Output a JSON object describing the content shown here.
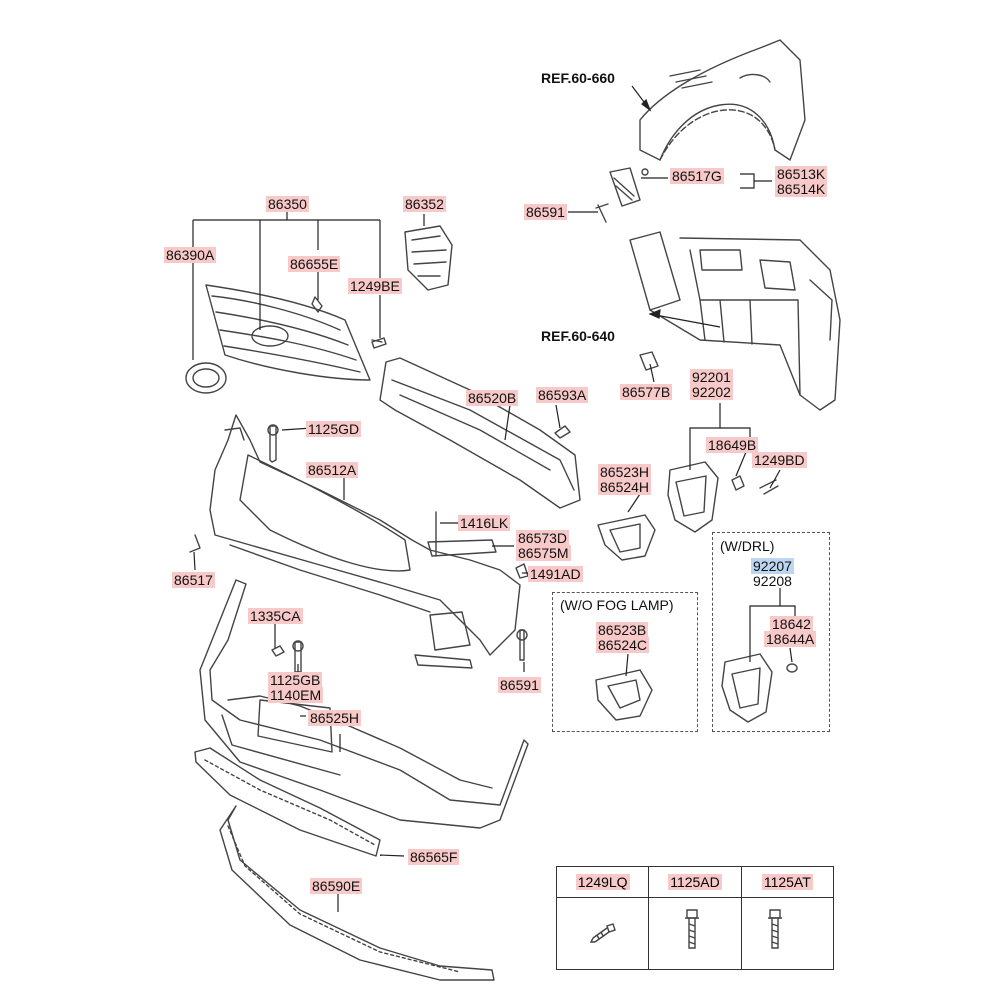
{
  "colors": {
    "label_bg": "#f8c9c9",
    "highlight_bg": "#bcd6f2",
    "line": "#222222",
    "outline": "#444444"
  },
  "refs": {
    "fender": "REF.60-660",
    "carrier": "REF.60-640"
  },
  "parts": {
    "p86513K": "86513K",
    "p86514K": "86514K",
    "p86517G": "86517G",
    "p86591_top": "86591",
    "p86350": "86350",
    "p86352": "86352",
    "p86390A": "86390A",
    "p86655E": "86655E",
    "p1249BE": "1249BE",
    "p86577B": "86577B",
    "p92201": "92201",
    "p92202": "92202",
    "p86520B": "86520B",
    "p86593A": "86593A",
    "p1125GD": "1125GD",
    "p18649B": "18649B",
    "p1249BD": "1249BD",
    "p86512A": "86512A",
    "p86523H": "86523H",
    "p86524H": "86524H",
    "p1416LK": "1416LK",
    "p86573D": "86573D",
    "p86575M": "86575M",
    "p1491AD": "1491AD",
    "p86517": "86517",
    "p86523B": "86523B",
    "p86524C": "86524C",
    "p1335CA": "1335CA",
    "p1125GB": "1125GB",
    "p1140EM": "1140EM",
    "p86591_mid": "86591",
    "p86525H": "86525H",
    "p92207": "92207",
    "p92208": "92208",
    "p18642": "18642",
    "p18644A": "18644A",
    "p86565F": "86565F",
    "p86590E": "86590E"
  },
  "boxes": {
    "wo_fog_lamp": "(W/O FOG LAMP)",
    "w_drl": "(W/DRL)"
  },
  "fastener_table": {
    "columns": [
      "1249LQ",
      "1125AD",
      "1125AT"
    ]
  }
}
